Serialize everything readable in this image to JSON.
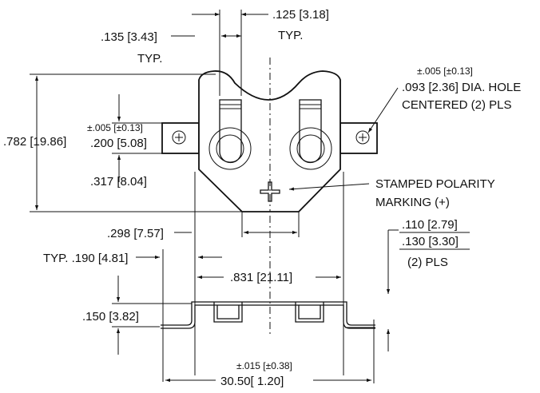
{
  "drawing": {
    "dims": {
      "slot_width": ".125 [3.18]",
      "slot_width_typ": "TYP.",
      "strip_width": ".135 [3.43]",
      "strip_width_typ": "TYP.",
      "hole_tol": "±.005 [±0.13]",
      "hole_line1": ".093 [2.36] DIA. HOLE",
      "hole_line2": "CENTERED (2) PLS",
      "height": ".782 [19.86]",
      "tab_tol": "±.005 [±0.13]",
      "tab_height": ".200 [5.08]",
      "tab_offset": ".317 [8.04]",
      "polarity_line1": "STAMPED POLARITY",
      "polarity_line2": "MARKING (+)",
      "bottom_flat": ".298 [7.57]",
      "lead_min": ".110 [2.79]",
      "lead_max": ".130 [3.30]",
      "lead_pls": "(2) PLS",
      "lead_typ": "TYP. .190 [4.81]",
      "body_width": ".831 [21.11]",
      "side_height": ".150 [3.82]",
      "overall_tol": "±.015 [±0.38]",
      "overall_width": "30.50[ 1.20]"
    }
  }
}
